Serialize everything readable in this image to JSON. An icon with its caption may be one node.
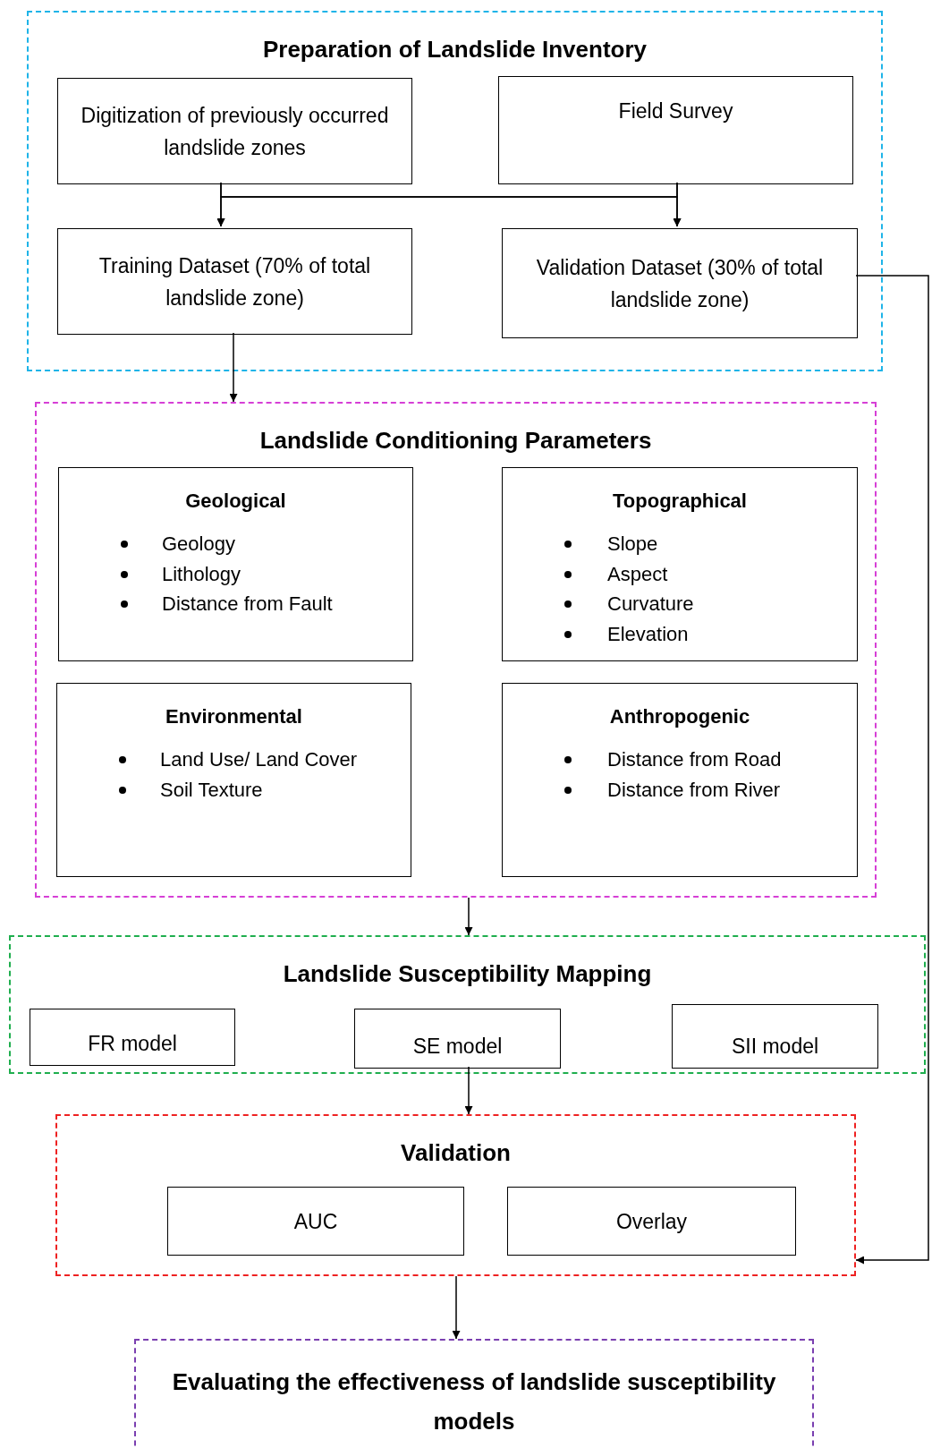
{
  "diagram": {
    "nodes": [
      {
        "text": [
          "Preparation of Landslide Inventory"
        ]
      },
      {
        "text": [
          "Digitization of previously occurred landslide zones"
        ],
        "in": 0
      },
      {
        "text": [
          "Field Survey"
        ],
        "in": 0
      },
      {
        "text": [
          "Training Dataset (70% of total landslide zone)"
        ],
        "in": 0
      },
      {
        "text": [
          "Validation Dataset (30% of total landslide zone)"
        ],
        "in": 0
      },
      {
        "text": [
          "Landslide Conditioning Parameters"
        ]
      },
      {
        "text": [
          "Geological",
          "Geology",
          "Lithology",
          "Distance from Fault"
        ],
        "in": 5
      },
      {
        "text": [
          "Topographical",
          "Slope",
          "Aspect",
          "Curvature",
          "Elevation"
        ],
        "in": 5
      },
      {
        "text": [
          "Environmental",
          "Land Use/ Land Cover",
          "Soil Texture"
        ],
        "in": 5
      },
      {
        "text": [
          "Anthropogenic",
          "Distance from Road",
          "Distance from River"
        ],
        "in": 5
      },
      {
        "text": [
          "Landslide Susceptibility Mapping"
        ]
      },
      {
        "text": [
          "FR model"
        ],
        "in": 10
      },
      {
        "text": [
          "SE model"
        ],
        "in": 10
      },
      {
        "text": [
          "SII model"
        ],
        "in": 10
      },
      {
        "text": [
          "Validation"
        ]
      },
      {
        "text": [
          "AUC"
        ],
        "in": 14
      },
      {
        "text": [
          "Overlay"
        ],
        "in": 14
      },
      {
        "text": [
          "Evaluating the effectiveness of landslide susceptibility models"
        ]
      }
    ],
    "edges": [
      {
        "from": 1,
        "to": 3,
        "arrow": "to"
      },
      {
        "from": 1,
        "to": 4,
        "arrow": "to"
      },
      {
        "from": 2,
        "to": 3,
        "arrow": "to"
      },
      {
        "from": 2,
        "to": 4,
        "arrow": "to"
      },
      {
        "from": 3,
        "to": 5,
        "arrow": "to"
      },
      {
        "from": 4,
        "to": 14,
        "arrow": "to"
      },
      {
        "from": 5,
        "to": 10,
        "arrow": "to"
      },
      {
        "from": 12,
        "to": 14,
        "arrow": "to"
      },
      {
        "from": 14,
        "to": 17,
        "arrow": "to"
      }
    ]
  }
}
